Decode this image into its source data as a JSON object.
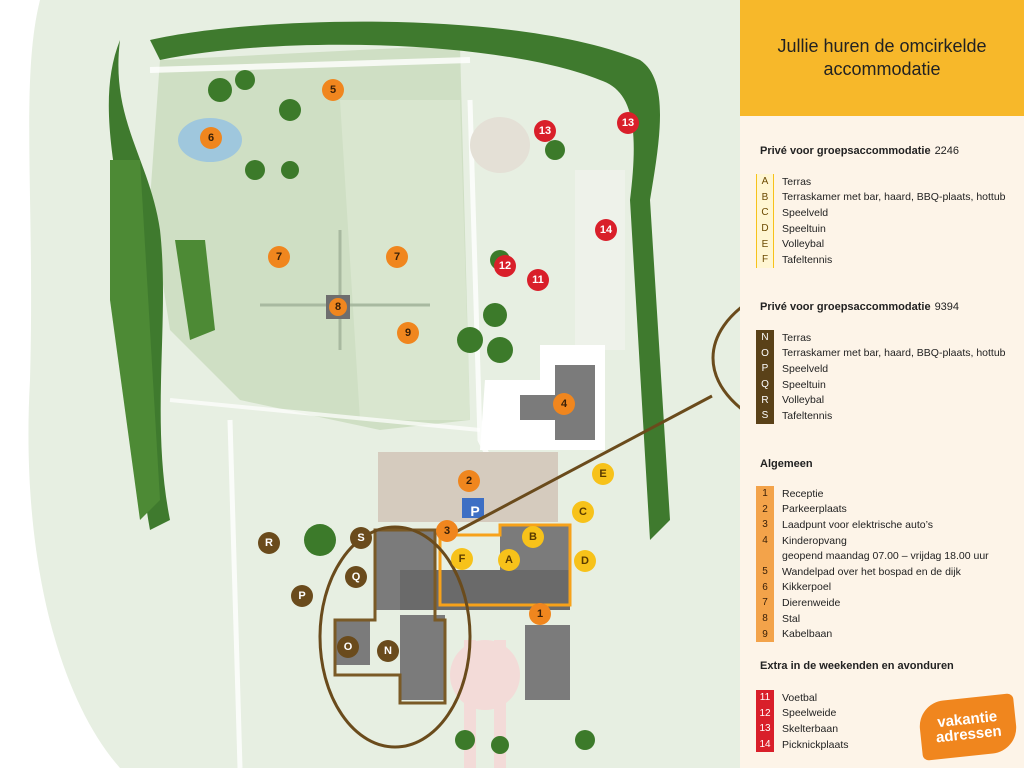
{
  "panel": {
    "header_line1": "Jullie huren de omcirkelde",
    "header_line2": "accommodatie",
    "group1": {
      "title": "Privé voor groepsaccommodatie",
      "number": "2246",
      "items": [
        {
          "code": "A",
          "label": "Terras"
        },
        {
          "code": "B",
          "label": "Terraskamer met bar, haard, BBQ-plaats, hottub"
        },
        {
          "code": "C",
          "label": "Speelveld"
        },
        {
          "code": "D",
          "label": "Speeltuin"
        },
        {
          "code": "E",
          "label": "Volleybal"
        },
        {
          "code": "F",
          "label": "Tafeltennis"
        }
      ]
    },
    "group2": {
      "title": "Privé voor groepsaccommodatie",
      "number": "9394",
      "items": [
        {
          "code": "N",
          "label": "Terras"
        },
        {
          "code": "O",
          "label": "Terraskamer met bar, haard, BBQ-plaats, hottub"
        },
        {
          "code": "P",
          "label": "Speelveld"
        },
        {
          "code": "Q",
          "label": "Speeltuin"
        },
        {
          "code": "R",
          "label": "Volleybal"
        },
        {
          "code": "S",
          "label": "Tafeltennis"
        }
      ]
    },
    "general": {
      "title": "Algemeen",
      "items": [
        {
          "code": "1",
          "label": "Receptie"
        },
        {
          "code": "2",
          "label": "Parkeerplaats"
        },
        {
          "code": "3",
          "label": "Laadpunt voor elektrische auto’s"
        },
        {
          "code": "4",
          "label": "Kinderopvang"
        },
        {
          "code": "",
          "label": "geopend maandag 07.00 – vrijdag 18.00 uur"
        },
        {
          "code": "5",
          "label": "Wandelpad over het bospad en de dijk"
        },
        {
          "code": "6",
          "label": "Kikkerpoel"
        },
        {
          "code": "7",
          "label": "Dierenweide"
        },
        {
          "code": "8",
          "label": "Stal"
        },
        {
          "code": "9",
          "label": "Kabelbaan"
        }
      ]
    },
    "extra": {
      "title": "Extra in de weekenden en avonduren",
      "items": [
        {
          "code": "11",
          "label": "Voetbal"
        },
        {
          "code": "12",
          "label": "Speelweide"
        },
        {
          "code": "13",
          "label": "Skelterbaan"
        },
        {
          "code": "14",
          "label": "Picknickplaats"
        }
      ]
    },
    "logo_line1": "vakantie",
    "logo_line2": "adressen"
  },
  "map": {
    "markers": [
      {
        "label": "5",
        "style": "orange"
      },
      {
        "label": "6",
        "style": "orange"
      },
      {
        "label": "7",
        "style": "orange"
      },
      {
        "label": "7",
        "style": "orange"
      },
      {
        "label": "8",
        "style": "square"
      },
      {
        "label": "9",
        "style": "orange"
      },
      {
        "label": "13",
        "style": "red"
      },
      {
        "label": "13",
        "style": "red"
      },
      {
        "label": "14",
        "style": "red"
      },
      {
        "label": "12",
        "style": "red"
      },
      {
        "label": "11",
        "style": "red"
      },
      {
        "label": "4",
        "style": "orange"
      },
      {
        "label": "2",
        "style": "orange"
      },
      {
        "label": "E",
        "style": "yellow"
      },
      {
        "label": "C",
        "style": "yellow"
      },
      {
        "label": "B",
        "style": "yellow"
      },
      {
        "label": "A",
        "style": "yellow"
      },
      {
        "label": "F",
        "style": "yellow"
      },
      {
        "label": "D",
        "style": "yellow"
      },
      {
        "label": "3",
        "style": "orange"
      },
      {
        "label": "1",
        "style": "orange"
      },
      {
        "label": "R",
        "style": "brown"
      },
      {
        "label": "S",
        "style": "brown"
      },
      {
        "label": "Q",
        "style": "brown"
      },
      {
        "label": "P",
        "style": "brown"
      },
      {
        "label": "O",
        "style": "brown"
      },
      {
        "label": "N",
        "style": "brown"
      }
    ],
    "parking_symbol": "P"
  }
}
